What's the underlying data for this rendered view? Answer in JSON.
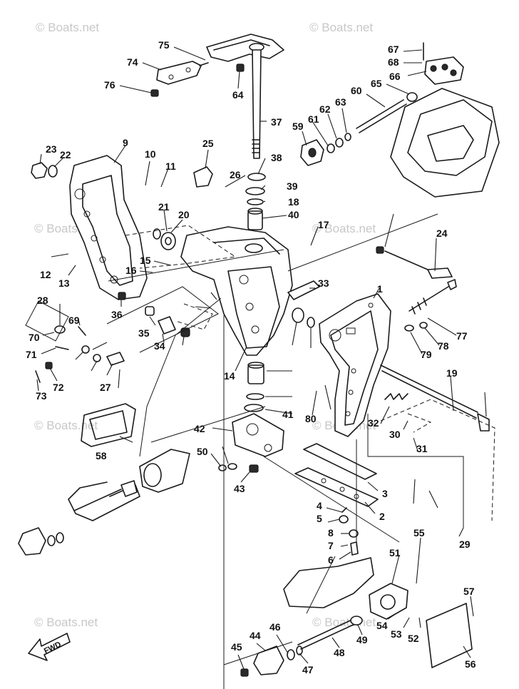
{
  "watermark": "© Boats.net",
  "fwd_label": "FWD",
  "callouts": [
    "1",
    "2",
    "3",
    "4",
    "5",
    "6",
    "7",
    "8",
    "9",
    "10",
    "11",
    "12",
    "13",
    "14",
    "15",
    "16",
    "17",
    "18",
    "19",
    "20",
    "21",
    "22",
    "23",
    "24",
    "25",
    "26",
    "27",
    "28",
    "29",
    "30",
    "31",
    "32",
    "33",
    "34",
    "35",
    "36",
    "37",
    "38",
    "39",
    "40",
    "41",
    "42",
    "43",
    "44",
    "45",
    "46",
    "47",
    "48",
    "49",
    "50",
    "51",
    "52",
    "53",
    "54",
    "55",
    "56",
    "57",
    "58",
    "59",
    "60",
    "61",
    "62",
    "63",
    "64",
    "65",
    "66",
    "67",
    "68",
    "69",
    "70",
    "71",
    "72",
    "73",
    "74",
    "75",
    "76",
    "77",
    "78",
    "79",
    "80"
  ]
}
